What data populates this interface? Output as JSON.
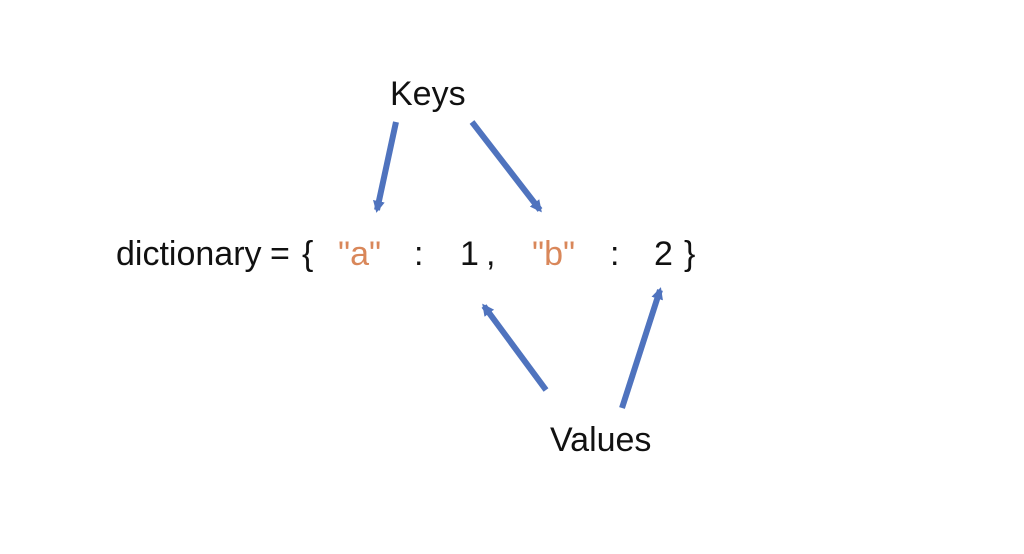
{
  "labels": {
    "keys": "Keys",
    "values": "Values"
  },
  "expression": {
    "variable": "dictionary",
    "assign": "=",
    "open_brace": "{",
    "key_a": "\"a\"",
    "colon_1": ":",
    "value_1": "1",
    "comma": ",",
    "key_b": "\"b\"",
    "colon_2": ":",
    "value_2": "2",
    "close_brace": "}"
  },
  "colors": {
    "arrow": "#4f73be",
    "key_string": "#d9875a",
    "text": "#111111"
  }
}
